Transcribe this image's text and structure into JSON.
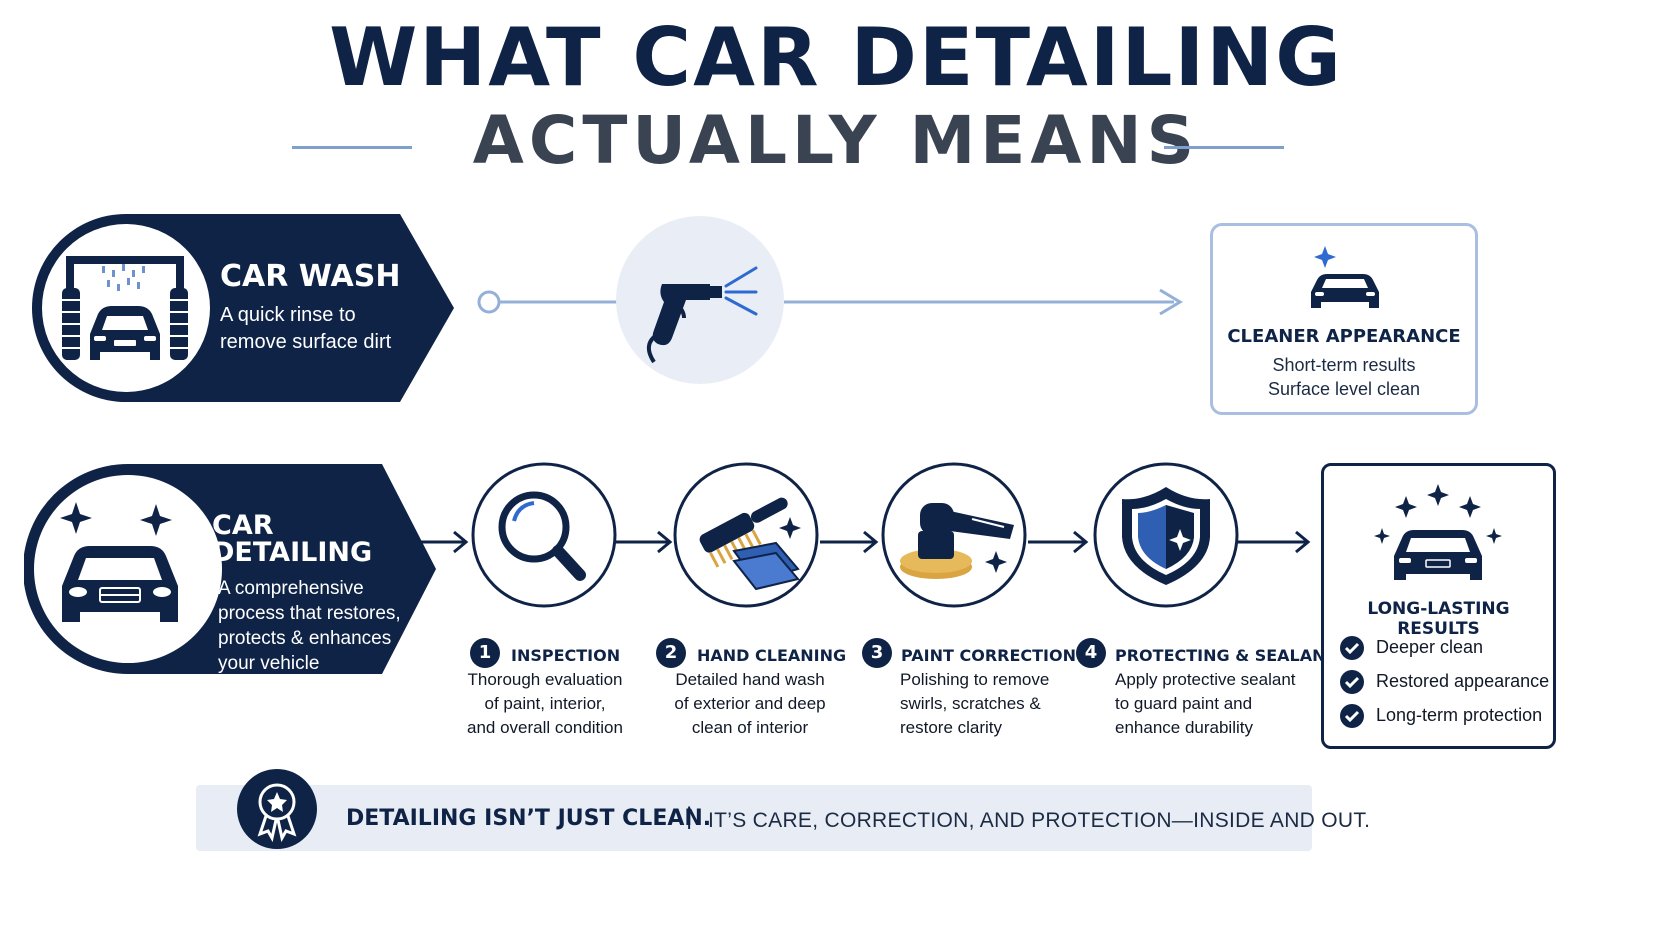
{
  "title": "WHAT CAR DETAILING",
  "subtitle": "ACTUALLY MEANS",
  "car_wash": {
    "heading": "CAR WASH",
    "description_lines": [
      "A quick rinse to",
      "remove surface dirt"
    ],
    "icon": "car-wash-icon"
  },
  "wash_result": {
    "heading": "CLEANER APPEARANCE",
    "lines": [
      "Short-term results",
      "Surface level clean"
    ]
  },
  "car_detailing": {
    "heading": "CAR DETAILING",
    "description_lines": [
      "A comprehensive",
      "process that restores,",
      "protects & enhances",
      "your vehicle"
    ]
  },
  "steps": [
    {
      "number": "1",
      "title": "INSPECTION",
      "icon": "magnifier-icon",
      "lines": [
        "Thorough evaluation",
        "of paint, interior,",
        "and overall condition"
      ]
    },
    {
      "number": "2",
      "title": "HAND CLEANING",
      "icon": "brush-icon",
      "lines": [
        "Detailed hand wash",
        "of exterior and deep",
        "clean of interior"
      ]
    },
    {
      "number": "3",
      "title": "PAINT CORRECTION",
      "icon": "polisher-icon",
      "lines": [
        "Polishing to remove",
        "swirls, scratches &",
        "restore clarity"
      ]
    },
    {
      "number": "4",
      "title": "PROTECTING & SEALANT",
      "icon": "shield-icon",
      "lines": [
        "Apply protective sealant",
        "to guard paint and",
        "enhance durability"
      ]
    }
  ],
  "detailing_result": {
    "heading": "LONG-LASTING RESULTS",
    "items": [
      "Deeper clean",
      "Restored appearance",
      "Long-term protection"
    ]
  },
  "footer": {
    "main": "DETAILING ISN’T JUST CLEAN.",
    "divider": "|",
    "sub": "IT’S CARE, CORRECTION, AND PROTECTION—INSIDE AND OUT."
  },
  "colors": {
    "navy": "#0f2347",
    "accent_blue": "#7fa0cf",
    "light_bg": "#e8edf5",
    "gold": "#d9a441"
  }
}
